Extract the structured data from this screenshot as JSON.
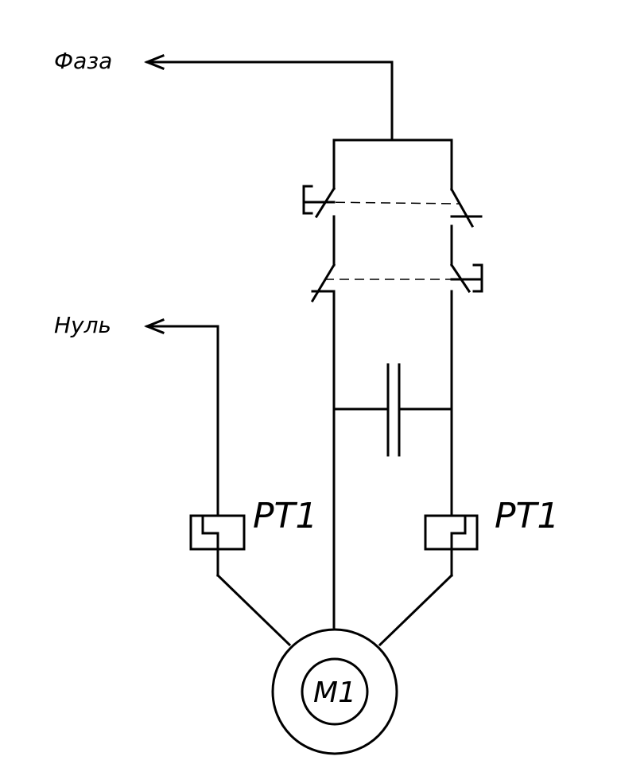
{
  "labels": {
    "phase": "Фаза",
    "neutral": "Нуль",
    "relay_left": "РТ1",
    "relay_right": "РТ1",
    "motor": "М1"
  },
  "colors": {
    "line": "#000000",
    "background": "#ffffff"
  },
  "icons": {
    "phase_arrow": "arrow-left-icon",
    "neutral_arrow": "arrow-left-icon"
  }
}
